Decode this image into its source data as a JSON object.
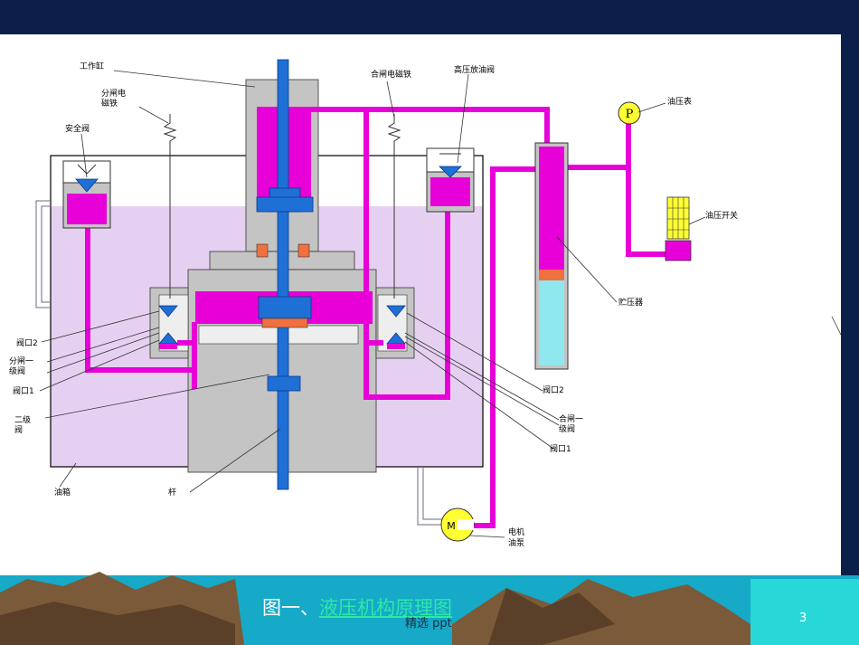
{
  "labels": {
    "work_cylinder": "工作缸",
    "open_magnet_line1": "分闸电",
    "open_magnet_line2": "磁铁",
    "safety_valve": "安全阀",
    "close_magnet": "合闸电磁铁",
    "hp_release_valve": "高压放油阀",
    "oil_gauge": "油压表",
    "pressure_switch": "油压开关",
    "accumulator": "贮压器",
    "port2_left": "阀口2",
    "open_stage1_line1": "分闸一",
    "open_stage1_line2": "级阀",
    "port1_left": "阀口1",
    "stage2_line1": "二级",
    "stage2_line2": "阀",
    "port2_right": "阀口2",
    "close_stage1_line1": "合闸一",
    "close_stage1_line2": "级阀",
    "port1_right": "阀口1",
    "oil_tank": "油箱",
    "rod": "杆",
    "pump_line1": "电机",
    "pump_line2": "油泵",
    "gauge_symbol": "P",
    "motor_symbol": "M"
  },
  "caption": {
    "prefix": "图一、",
    "link": "液压机构原理图"
  },
  "footer": "精选 ppt",
  "page_number": "3",
  "colors": {
    "background": "#0a1f4a",
    "canvas": "#ffffff",
    "oil_pink": "#e800d8",
    "oil_tank_fill": "#e6d0f2",
    "steel_gray": "#c4c4c4",
    "rod_blue": "#1e6fd6",
    "accumulator_cyan": "#8ee8ee",
    "accent_orange": "#f07040",
    "caption_link": "#2ee8a8"
  }
}
